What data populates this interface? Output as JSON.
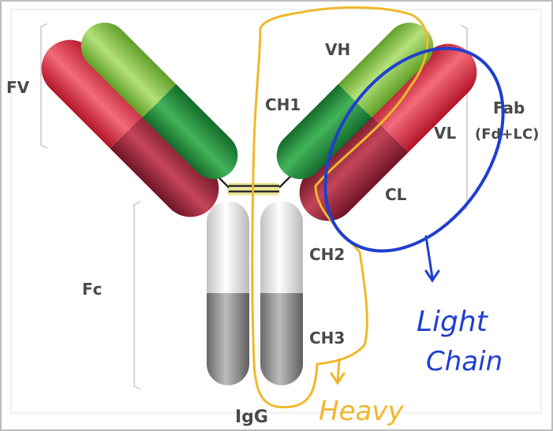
{
  "diagram": {
    "labels": {
      "fv": "FV",
      "fc": "Fc",
      "vh": "VH",
      "ch1": "CH1",
      "vl": "VL",
      "cl": "CL",
      "ch2": "CH2",
      "ch3": "CH3",
      "igg": "IgG",
      "fab_line1": "Fab",
      "fab_line2": "(Fd+LC)"
    },
    "annotations": {
      "heavy": "Heavy",
      "light_line1": "Light",
      "light_line2": "Chain"
    },
    "colors": {
      "heavy_variable": "#7cc23a",
      "heavy_constant": "#1f8a3c",
      "light_variable": "#d9263a",
      "light_constant": "#9c1e35",
      "fc_top": "#f4f4f4",
      "fc_bottom": "#8a8a8a",
      "heavy_annotation": "#f0b82a",
      "light_annotation": "#1f3fd0",
      "frame": "#b5b5b5",
      "label": "#4a4a4a"
    }
  }
}
